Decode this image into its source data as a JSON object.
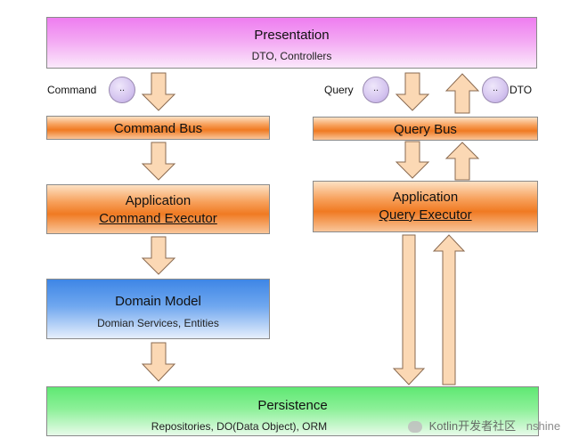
{
  "presentation": {
    "title": "Presentation",
    "subtitle": "DTO, Controllers"
  },
  "left_labels": {
    "command": "Command",
    "bubble": ".."
  },
  "right_labels": {
    "query": "Query",
    "query_bubble": "..",
    "dto_bubble": "..",
    "dto": "DTO"
  },
  "command_bus": {
    "title": "Command Bus"
  },
  "query_bus": {
    "title": "Query Bus"
  },
  "command_app": {
    "line1": "Application",
    "line2": "Command Executor"
  },
  "query_app": {
    "line1": "Application",
    "line2": "Query Executor"
  },
  "domain": {
    "title": "Domain Model",
    "subtitle": "Domian Services, Entities"
  },
  "persistence": {
    "title": "Persistence",
    "subtitle": "Repositories, DO(Data Object), ORM"
  },
  "watermark": {
    "text": "Kotlin开发者社区",
    "suffix": "nshine"
  },
  "colors": {
    "arrow_fill": "#fbd8b4",
    "arrow_stroke": "#8a6a50",
    "orange": "#f07a22",
    "pink": "#f3a7f3",
    "blue": "#3e86e6",
    "green": "#5fe873"
  }
}
